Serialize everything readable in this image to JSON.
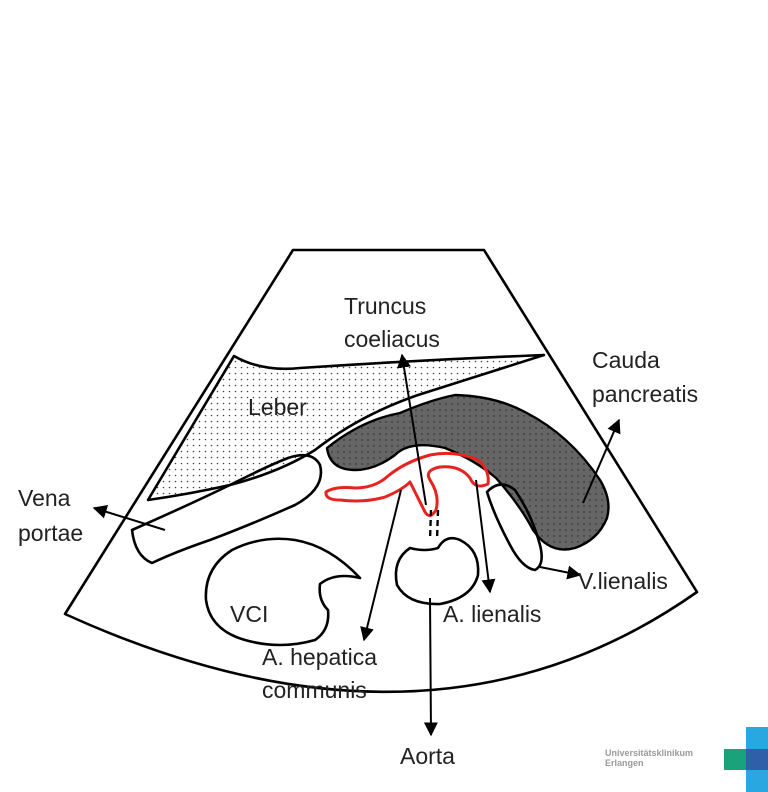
{
  "labels": {
    "truncus": [
      "Truncus",
      "coeliacus"
    ],
    "cauda": [
      "Cauda",
      "pancreatis"
    ],
    "leber": "Leber",
    "vena_portae": [
      "Vena",
      "portae"
    ],
    "vci": "VCI",
    "v_lienalis": "V.lienalis",
    "a_lienalis": "A.  lienalis",
    "a_hepatica": [
      "A.  hepatica",
      "communis"
    ],
    "aorta": "Aorta"
  },
  "logo": {
    "line1": "Universitätsklinikum",
    "line2": "Erlangen"
  },
  "colors": {
    "stroke": "#000000",
    "artery": "#e8231f",
    "pancreas": "#666666",
    "logo_green": "#1aa37a",
    "logo_blue": "#2e5fa8",
    "logo_cyan": "#28a7e1"
  }
}
